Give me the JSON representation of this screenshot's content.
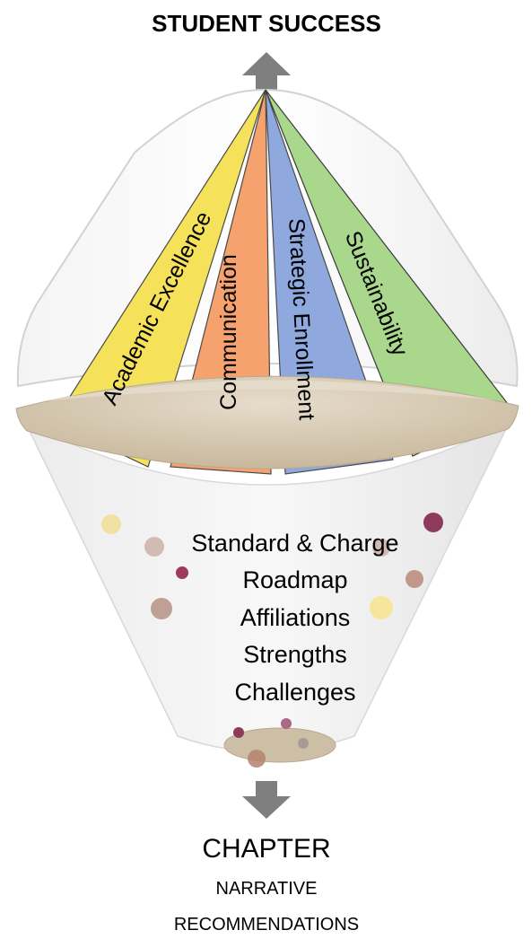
{
  "title": "STUDENT SUCCESS",
  "pillars": [
    {
      "label": "Academic Excellence",
      "color": "#F5E15A"
    },
    {
      "label": "Communication",
      "color": "#F5A26F"
    },
    {
      "label": "Strategic Enrollment",
      "color": "#8FA9DF"
    },
    {
      "label": "Sustainability",
      "color": "#A9D78C"
    }
  ],
  "funnel_items": [
    "Standard & Charge",
    "Roadmap",
    "Affiliations",
    "Strengths",
    "Challenges"
  ],
  "output": {
    "heading": "CHAPTER",
    "lines": [
      "NARRATIVE",
      "RECOMMENDATIONS"
    ]
  },
  "colors": {
    "arrow": "#7F7F7F",
    "bowl_rim": "#CFC0A6",
    "funnel_body": "#E9E9E9",
    "dot_colors": [
      "#F3DC8E",
      "#C9ADA5",
      "#9E3A60",
      "#B59184",
      "#F7E48D",
      "#8F3A5C",
      "#B88878"
    ]
  }
}
